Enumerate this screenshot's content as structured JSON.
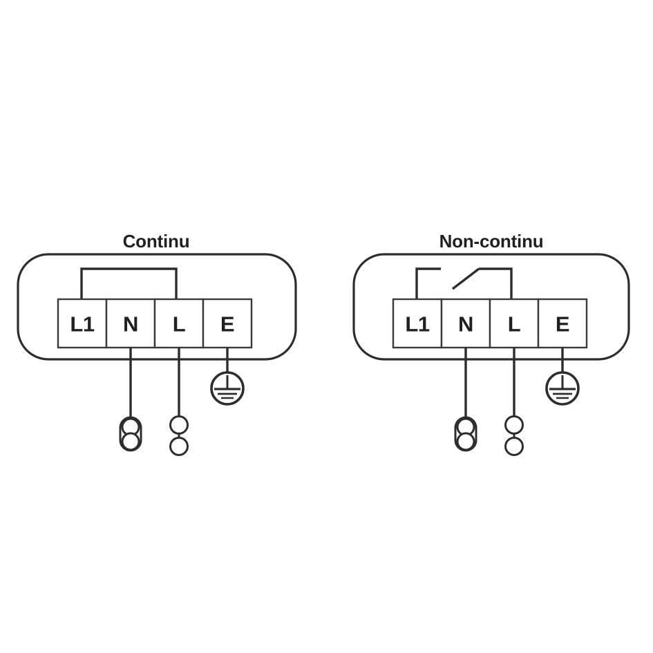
{
  "figure": {
    "type": "electrical-wiring-diagram",
    "background_color": "#ffffff",
    "stroke_color": "#2e2c2d",
    "text_color": "#231f20"
  },
  "panels": [
    {
      "id": "continu",
      "title": "Continu",
      "link_type": "continuous-bridge",
      "link_description": "Solid bridge wire connecting L1 to L",
      "terminals": [
        {
          "label": "L1",
          "name": "terminal-l1"
        },
        {
          "label": "N",
          "name": "terminal-n"
        },
        {
          "label": "L",
          "name": "terminal-l"
        },
        {
          "label": "E",
          "name": "terminal-e"
        }
      ],
      "leads": [
        {
          "from": "N",
          "end_type": "capsule-double-ferrule"
        },
        {
          "from": "L",
          "end_type": "two-circles"
        },
        {
          "from": "E",
          "end_type": "earth-symbol"
        }
      ]
    },
    {
      "id": "non-continu",
      "title": "Non-continu",
      "link_type": "switched-open",
      "link_description": "Open switch contact between L1 and L",
      "terminals": [
        {
          "label": "L1",
          "name": "terminal-l1"
        },
        {
          "label": "N",
          "name": "terminal-n"
        },
        {
          "label": "L",
          "name": "terminal-l"
        },
        {
          "label": "E",
          "name": "terminal-e"
        }
      ],
      "leads": [
        {
          "from": "N",
          "end_type": "capsule-double-ferrule"
        },
        {
          "from": "L",
          "end_type": "two-circles"
        },
        {
          "from": "E",
          "end_type": "earth-symbol"
        }
      ]
    }
  ]
}
